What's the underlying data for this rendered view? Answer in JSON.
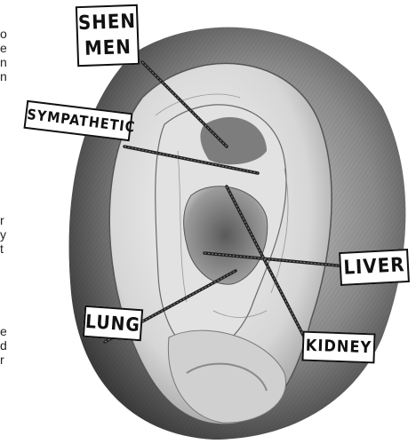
{
  "edge_text": {
    "fragment_1": "o\ne\nn\nn",
    "fragment_2": "r\ny\nt",
    "fragment_3": "e\nd\nr"
  },
  "labels": {
    "shen_men": "SHEN\nMEN",
    "sympathetic": "SYMPATHETIC",
    "liver": "LIVER",
    "lung": "LUNG",
    "kidney": "KIDNEY"
  }
}
